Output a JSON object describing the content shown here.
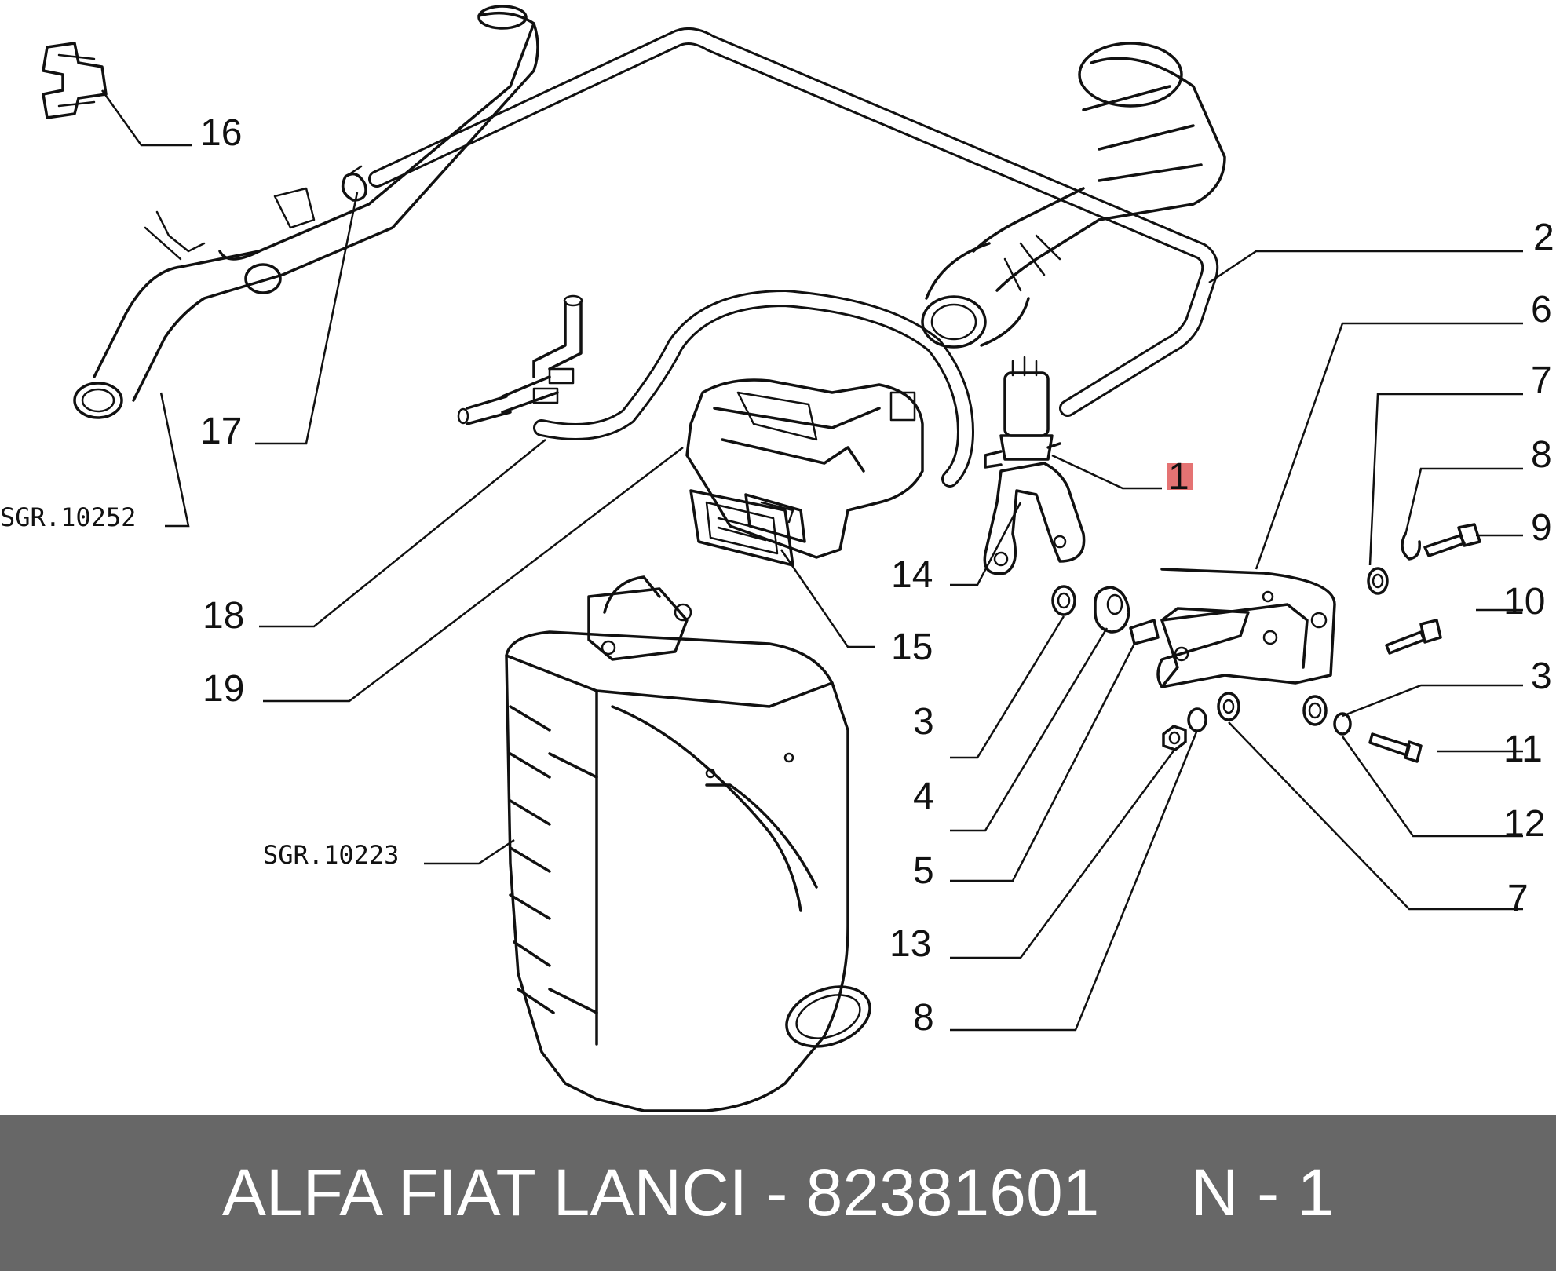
{
  "diagram": {
    "callouts": {
      "c1": "1",
      "c2": "2",
      "c3a": "3",
      "c3b": "3",
      "c4": "4",
      "c5": "5",
      "c6": "6",
      "c7a": "7",
      "c7b": "7",
      "c8a": "8",
      "c8b": "8",
      "c9": "9",
      "c10": "10",
      "c11": "11",
      "c12": "12",
      "c13": "13",
      "c14": "14",
      "c15": "15",
      "c16": "16",
      "c17": "17",
      "c18": "18",
      "c19": "19"
    },
    "references": {
      "sgr_10252": "SGR.10252",
      "sgr_10223": "SGR.10223"
    },
    "highlight_color": "#e05a5a"
  },
  "footer": {
    "title": "ALFA FIAT LANCI - 82381601     N - 1",
    "background_color": "#676767",
    "text_color": "#ffffff"
  }
}
